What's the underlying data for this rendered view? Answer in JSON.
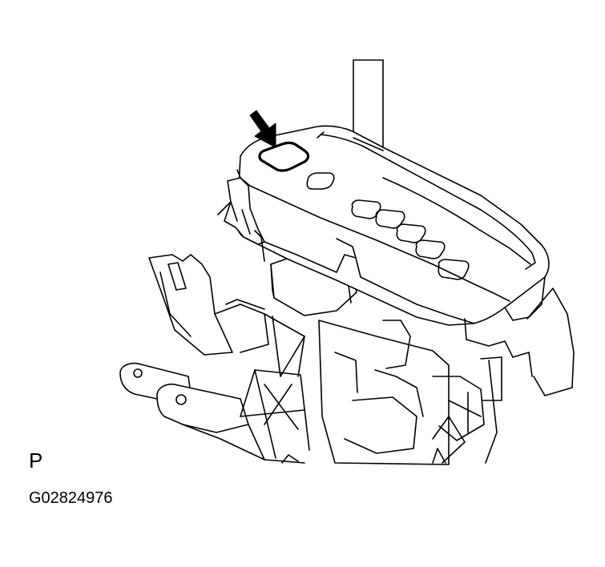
{
  "figure": {
    "position_label": "P",
    "figure_code": "G02824976"
  },
  "callout": {
    "icon": "arrow-pointer-icon",
    "target": "highlighted-square-part"
  },
  "colors": {
    "line": "#000000",
    "background": "#ffffff"
  }
}
